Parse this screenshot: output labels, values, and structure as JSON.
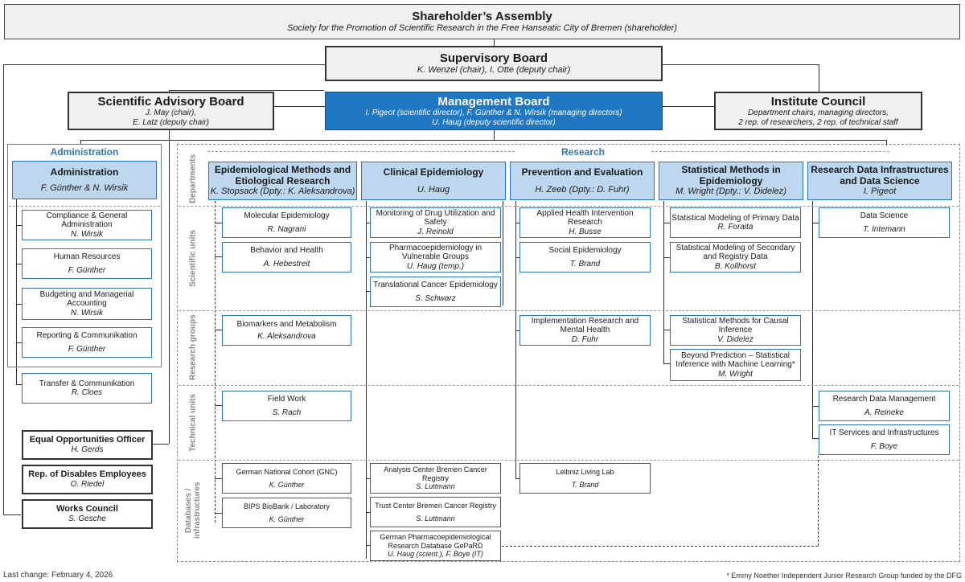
{
  "shareholders": {
    "title": "Shareholder’s Assembly",
    "subtitle": "Society for the Promotion of Scientific Research in the Free Hanseatic City of Bremen (shareholder)"
  },
  "supervisory": {
    "title": "Supervisory Board",
    "sub": "K. Wenzel (chair), I. Otte (deputy chair)"
  },
  "advisory": {
    "title": "Scientific Advisory Board",
    "l1": "J. May (chair),",
    "l2": "E. Latz (deputy chair)"
  },
  "management": {
    "title": "Management Board",
    "l1": "I. Pigeot (scientific director), F. Günther & N. Wirsik (managing directors)",
    "l2": "U. Haug (deputy scientific director)"
  },
  "council": {
    "title": "Institute Council",
    "l1": "Department chairs, managing directors,",
    "l2": "2 rep. of researchers, 2 rep. of technical staff"
  },
  "admin": {
    "section": "Administration",
    "head": {
      "title": "Administration",
      "person": "F. Günther & N. Wirsik"
    },
    "units": [
      {
        "name": "Compliance & General Administration",
        "person": "N. Wirsik"
      },
      {
        "name": "Human Resources",
        "person": "F. Günther"
      },
      {
        "name": "Budgeting and Managerial Accounting",
        "person": "N. Wirsik"
      },
      {
        "name": "Reporting & Communikation",
        "person": "F. Günther"
      }
    ],
    "transfer": {
      "name": "Transfer & Communikation",
      "person": "R. Cloes"
    }
  },
  "staff": [
    {
      "name": "Equal Opportunities Officer",
      "person": "H. Gerds"
    },
    {
      "name": "Rep. of Disables Employees",
      "person": "O. Riedel"
    },
    {
      "name": "Works Council",
      "person": "S. Gesche"
    }
  ],
  "research": {
    "section": "Research",
    "rows": {
      "departments": "Departments",
      "scientific": "Scientific units",
      "groups": "Research groups",
      "technical": "Technical units",
      "databases": "Databases / infrastructures"
    },
    "departments": [
      {
        "title": "Epidemiological Methods and Etiological Research",
        "person": "K. Stopsack (Dpty.: K. Aleksandrova)"
      },
      {
        "title": "Clinical Epidemiology",
        "person": "U. Haug"
      },
      {
        "title": "Prevention and Evaluation",
        "person": "H. Zeeb (Dpty.: D. Fuhr)"
      },
      {
        "title": "Statistical Methods in Epidemiology",
        "person": "M. Wright (Dpty.: V. Didelez)"
      },
      {
        "title": "Research Data Infrastructures and Data Science",
        "person": "I. Pigeot"
      }
    ],
    "d1": {
      "u1": {
        "name": "Molecular Epidemiology",
        "person": "R. Nagrani"
      },
      "u2": {
        "name": "Behavior and Health",
        "person": "A. Hebestreit"
      },
      "g1": {
        "name": "Biomarkers and Metabolism",
        "person": "K. Aleksandrova"
      },
      "t1": {
        "name": "Field Work",
        "person": "S. Rach"
      },
      "db1": {
        "name": "German National Cohort (GNC)",
        "person": "K. Günther"
      },
      "db2": {
        "name": "BIPS BioBank / Laboratory",
        "person": "K. Günther"
      }
    },
    "d2": {
      "u1": {
        "name": "Monitoring of Drug Utilization and Safety",
        "person": "J. Reinold"
      },
      "u2": {
        "name": "Pharmacoepidemiology in Vulnerable Groups",
        "person": "U. Haug (temp.)"
      },
      "u3": {
        "name": "Translational Cancer Epidemiology",
        "person": "S. Schwarz"
      },
      "db1": {
        "name": "Analysis Center Bremen Cancer Registry",
        "person": "S. Luttmann"
      },
      "db2": {
        "name": "Trust Center Bremen Cancer Registry",
        "person": "S. Luttmann"
      },
      "db3": {
        "name": "German Pharmacoepidemiological Research Database GePaRD",
        "person": "U. Haug (scient.), F. Boye (IT)"
      }
    },
    "d3": {
      "u1": {
        "name": "Applied Health Intervention Research",
        "person": "H. Busse"
      },
      "u2": {
        "name": "Social Epidemiology",
        "person": "T. Brand"
      },
      "g1": {
        "name": "Implementation Research and Mental Health",
        "person": "D. Fuhr"
      },
      "db1": {
        "name": "Leibniz Living Lab",
        "person": "T. Brand"
      }
    },
    "d4": {
      "u1": {
        "name": "Statistical Modeling of Primary Data",
        "person": "R. Foraita"
      },
      "u2": {
        "name": "Statistical Modeling of Secondary and Registry Data",
        "person": "B. Kollhorst"
      },
      "g1": {
        "name": "Statistical Methods for Causal Inference",
        "person": "V. Didelez"
      },
      "g2": {
        "name": "Beyond Prediction – Statistical Inference with Machine Learning*",
        "person": "M. Wright"
      }
    },
    "d5": {
      "u1": {
        "name": "Data Science",
        "person": "T. Intemann"
      },
      "t1": {
        "name": "Research Data Management",
        "person": "A. Reineke"
      },
      "t2": {
        "name": "IT Services and Infrastructures",
        "person": "F. Boye"
      }
    }
  },
  "footer": {
    "left": "Last change: February 4, 2026",
    "right": "* Emmy Noether Independent Junior Research Group funded by the DFG"
  },
  "colors": {
    "accent": "#2e75b6",
    "light_blue": "#bdd7ee",
    "management_fill": "#1f78c1",
    "gray_fill": "#f0f0f0"
  }
}
